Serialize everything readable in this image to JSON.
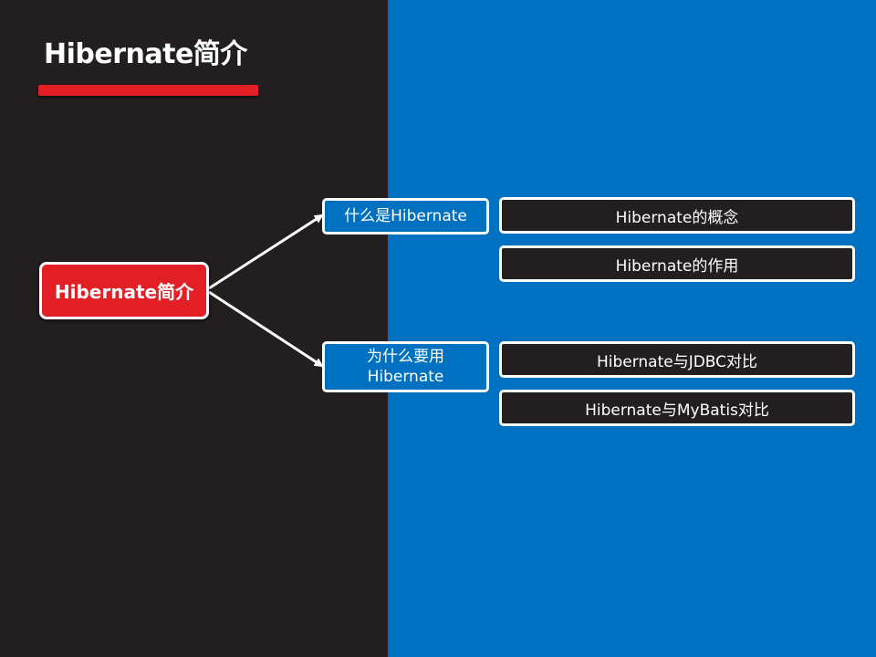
{
  "slide": {
    "title": "Hibernate简介"
  },
  "mindmap": {
    "root": "Hibernate简介",
    "branches": [
      {
        "label": "什么是Hibernate",
        "children": [
          "Hibernate的概念",
          "Hibernate的作用"
        ]
      },
      {
        "label_line1": "为什么要用",
        "label_line2": "Hibernate",
        "children": [
          "Hibernate与JDBC对比",
          "Hibernate与MyBatis对比"
        ]
      }
    ]
  },
  "colors": {
    "dark_background": "#231f20",
    "blue_background": "#0070c0",
    "accent_red": "#e31f26",
    "border": "#ffffff",
    "text": "#ffffff"
  }
}
